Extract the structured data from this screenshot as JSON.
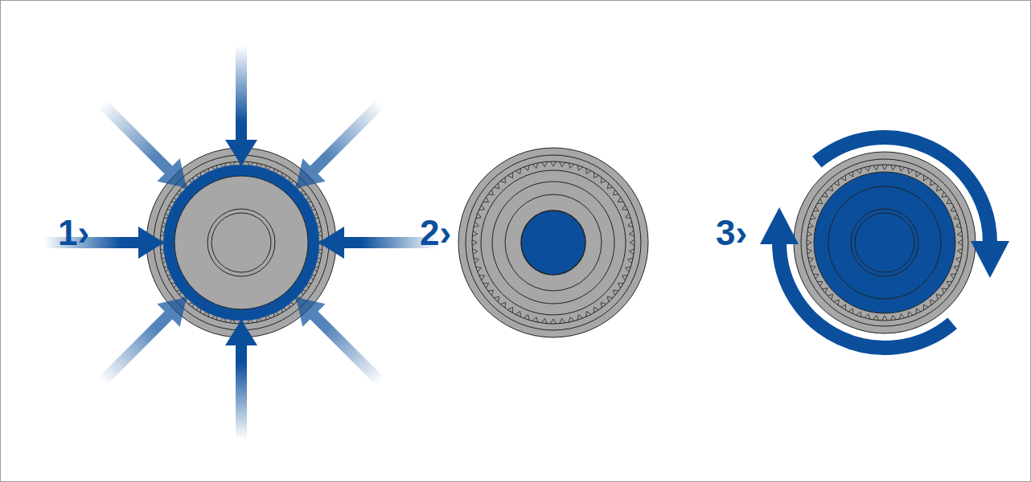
{
  "diagram": {
    "labels": [
      "1›",
      "2›",
      "3›"
    ]
  }
}
